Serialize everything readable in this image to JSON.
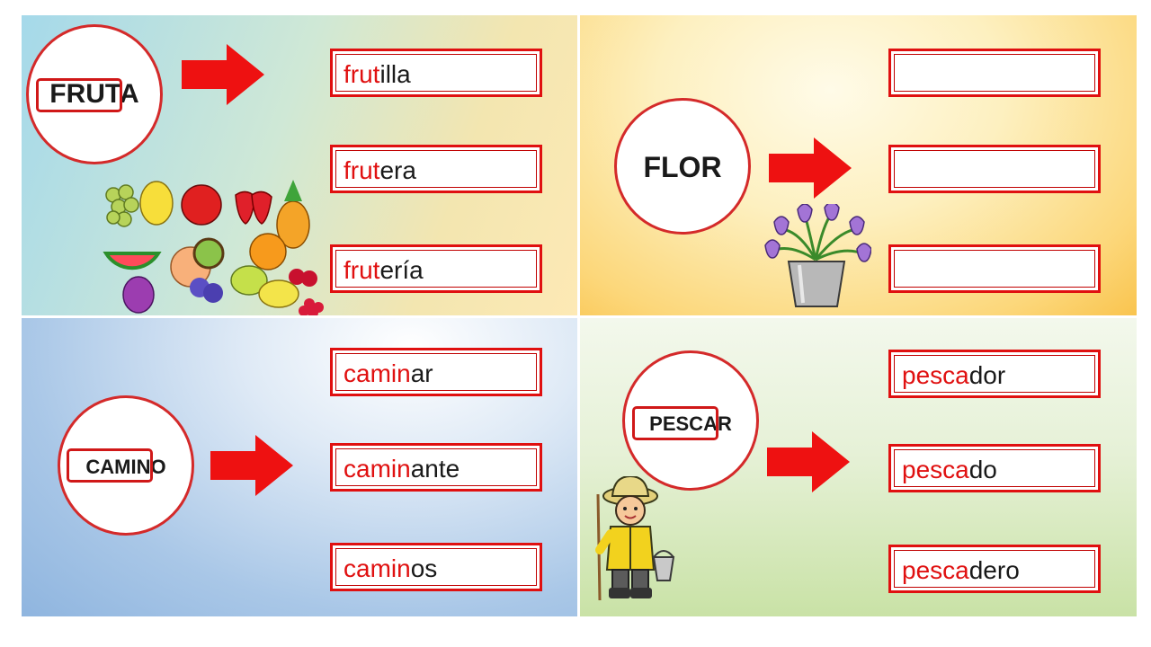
{
  "colors": {
    "accent_red": "#e01010",
    "border_red": "#d42a2a"
  },
  "panels": [
    {
      "word": "FRUTA",
      "derived": [
        {
          "root": "frut",
          "suffix": "illa"
        },
        {
          "root": "frut",
          "suffix": "era"
        },
        {
          "root": "frut",
          "suffix": "ería"
        }
      ],
      "illustration": "fruits"
    },
    {
      "word": "FLOR",
      "derived": [
        {
          "root": "",
          "suffix": ""
        },
        {
          "root": "",
          "suffix": ""
        },
        {
          "root": "",
          "suffix": ""
        }
      ],
      "illustration": "flower-bucket"
    },
    {
      "word": "CAMINO",
      "derived": [
        {
          "root": "camin",
          "suffix": "ar"
        },
        {
          "root": "camin",
          "suffix": "ante"
        },
        {
          "root": "camin",
          "suffix": "os"
        }
      ],
      "illustration": "none"
    },
    {
      "word": "PESCAR",
      "derived": [
        {
          "root": "pesca",
          "suffix": "dor"
        },
        {
          "root": "pesca",
          "suffix": "do"
        },
        {
          "root": "pesca",
          "suffix": "dero"
        }
      ],
      "illustration": "fisherman"
    }
  ]
}
